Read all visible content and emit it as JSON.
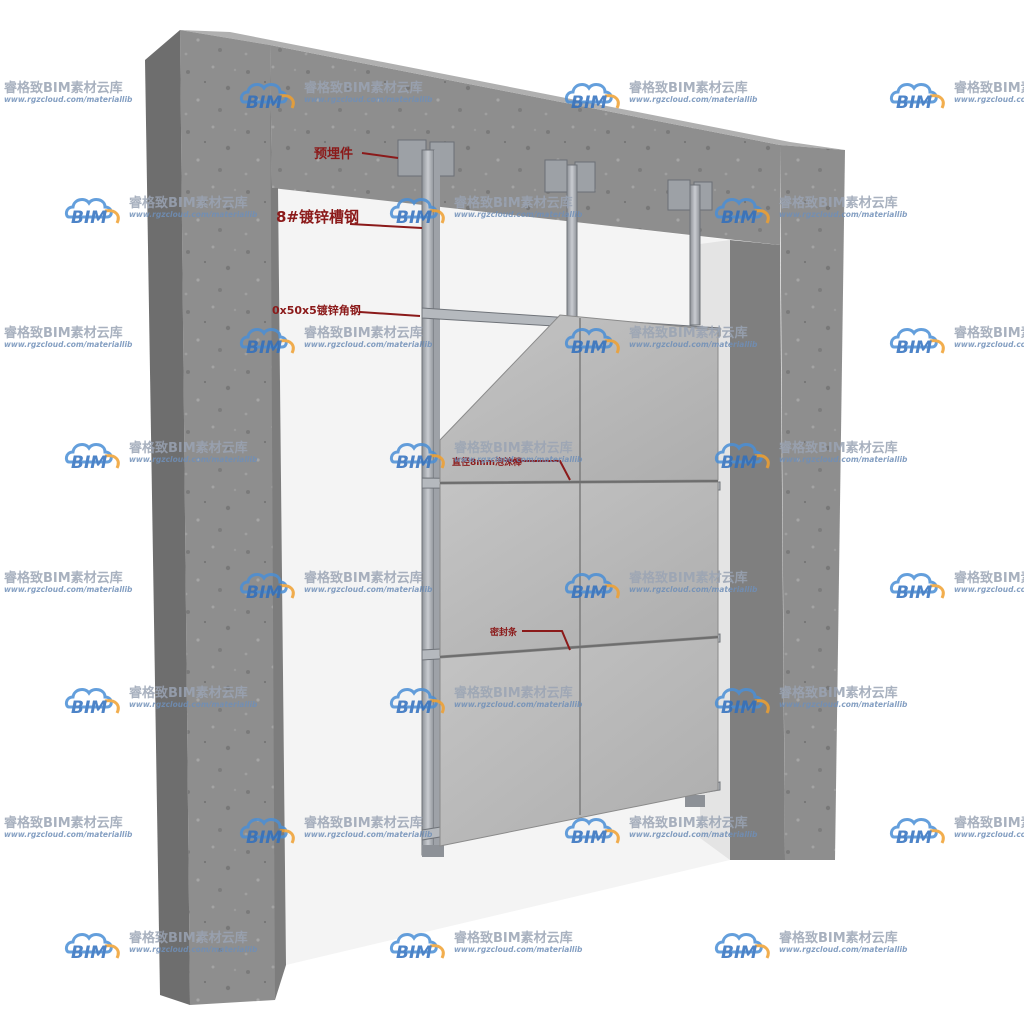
{
  "annotations": {
    "embedded_part": "预埋件",
    "channel_steel": "8#镀锌槽钢",
    "angle_steel": "0x50x5镀锌角钢",
    "foam_rod": "直径8mm泡沫棒",
    "sealing_strip": "密封条"
  },
  "watermark": {
    "brand": "睿格致BIM素材云库",
    "logo_text": "BIM",
    "url": "www.rgzcloud.com/materiallib"
  },
  "colors": {
    "concrete": "#8f8f8f",
    "concrete_dark": "#6d6d6d",
    "steel": "#a9adb3",
    "panel": "#b9b9b9",
    "callout": "#8b1a1a",
    "wm_cloud": "#4a8fd6",
    "wm_orange": "#f0a030"
  }
}
